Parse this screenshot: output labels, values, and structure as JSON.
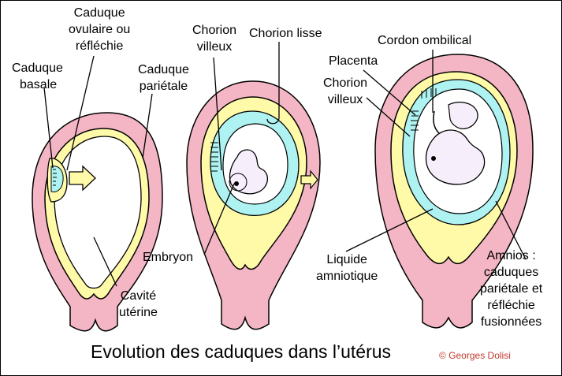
{
  "colors": {
    "uterus_wall": "#f4b6c4",
    "caduque": "#fffaa8",
    "chorion": "#aef2f2",
    "cavity": "#ffffff",
    "embryo": "#f6eefa",
    "outline": "#000000",
    "copyright": "#c0392b"
  },
  "labels": {
    "caduque_basale": [
      "Caduque",
      "basale"
    ],
    "caduque_ovulaire": [
      "Caduque",
      "ovulaire ou",
      "réfléchie"
    ],
    "caduque_parietale": [
      "Caduque",
      "pariétale"
    ],
    "cavite_uterine": [
      "Cavité",
      "utérine"
    ],
    "chorion_villeux_1": [
      "Chorion",
      "villeux"
    ],
    "chorion_lisse": "Chorion lisse",
    "embryon": "Embryon",
    "liquide_amniotique": [
      "Liquide",
      "amniotique"
    ],
    "cordon_ombilical": "Cordon ombilical",
    "placenta": "Placenta",
    "chorion_villeux_2": [
      "Chorion",
      "villeux"
    ],
    "amnios": [
      "Amnios :",
      "caduques",
      "pariétale et",
      "réfléchie",
      "fusionnées"
    ]
  },
  "title": "Evolution des caduques dans l’utérus",
  "copyright": "© Georges Dolisi"
}
